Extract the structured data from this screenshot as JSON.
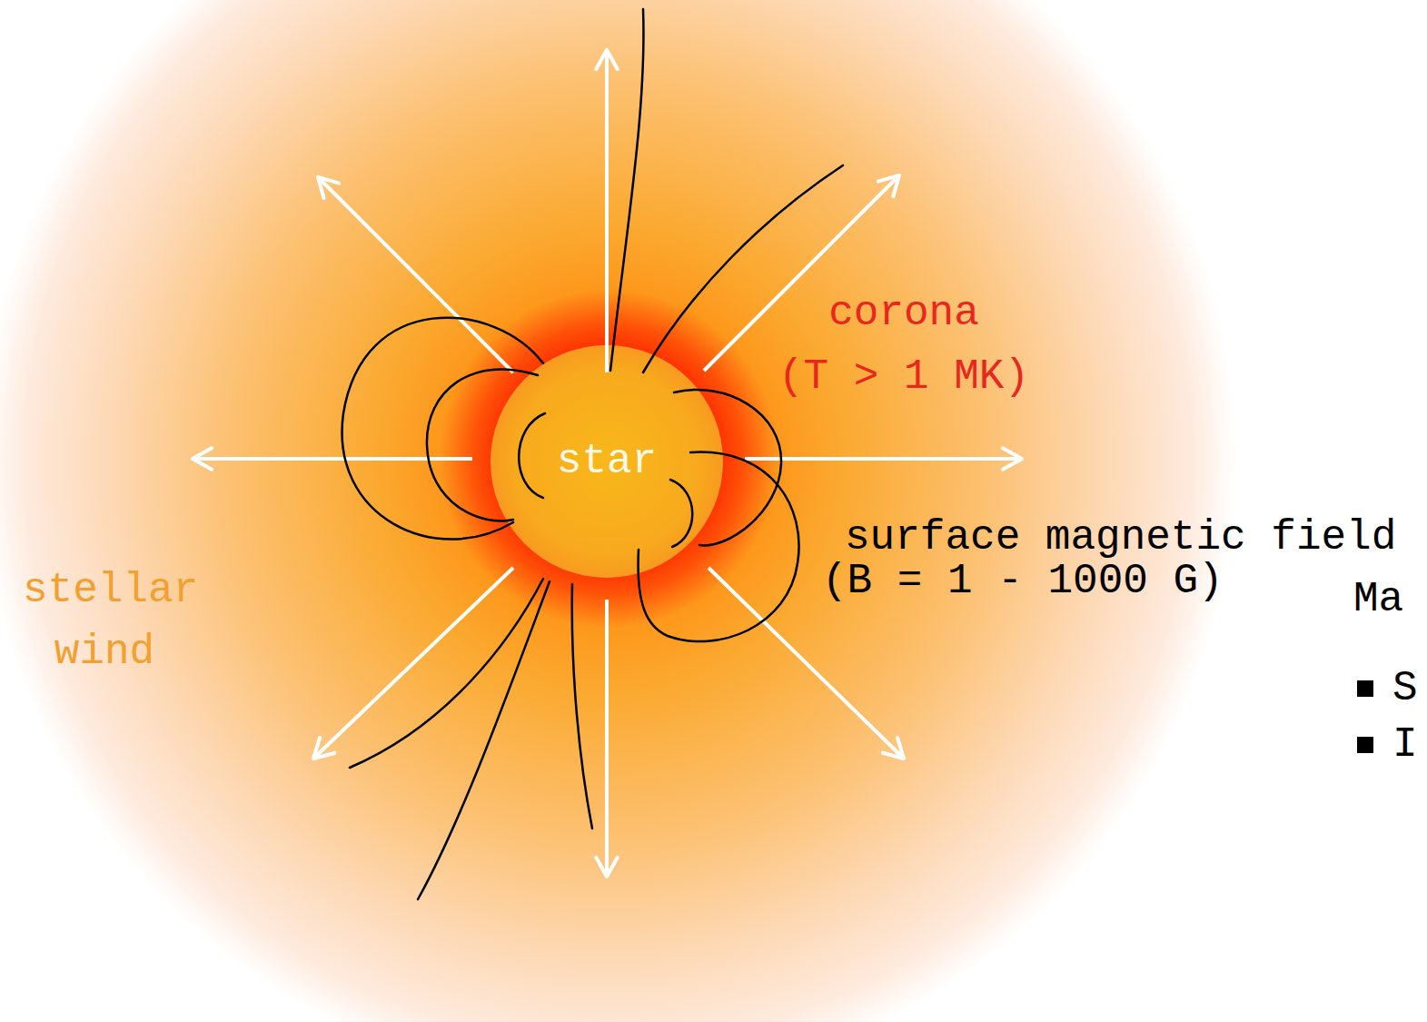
{
  "diagram": {
    "nodes": [
      {
        "text": [
          "star"
        ]
      }
    ],
    "labels": [
      "corona",
      "(T > 1 MK)",
      "surface magnetic field",
      "(B = 1 - 1000 G)",
      "stellar wind",
      "Ma",
      "S",
      "I"
    ]
  }
}
